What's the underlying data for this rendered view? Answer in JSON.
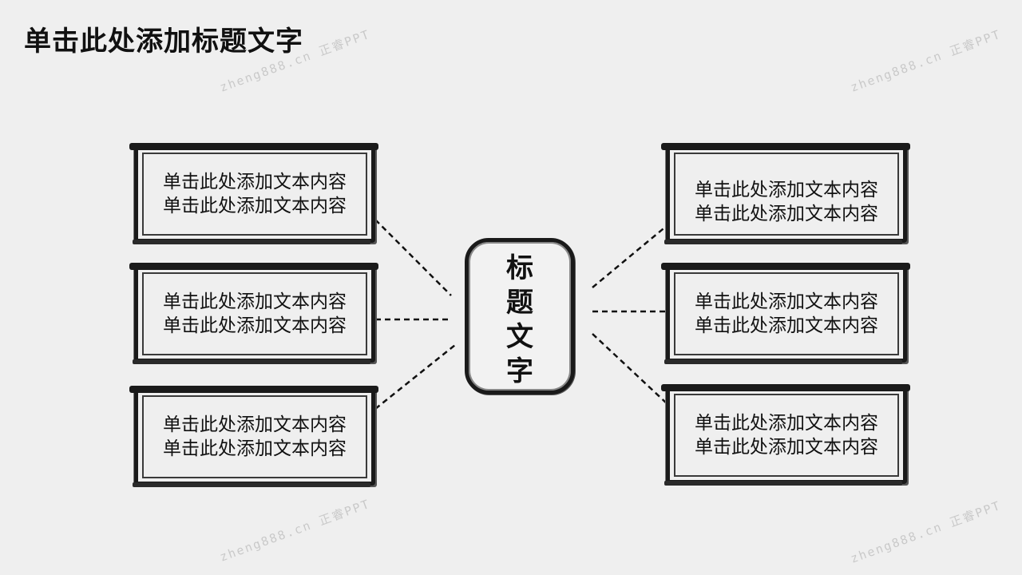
{
  "title": "单击此处添加标题文字",
  "center": {
    "lines": [
      "标",
      "题",
      "文",
      "字"
    ]
  },
  "left_boxes": [
    {
      "line1": "单击此处添加文本内容",
      "line2": "单击此处添加文本内容"
    },
    {
      "line1": "单击此处添加文本内容",
      "line2": "单击此处添加文本内容"
    },
    {
      "line1": "单击此处添加文本内容",
      "line2": "单击此处添加文本内容"
    }
  ],
  "right_boxes": [
    {
      "line1": "单击此处添加文本内容",
      "line2": "单击此处添加文本内容"
    },
    {
      "line1": "单击此处添加文本内容",
      "line2": "单击此处添加文本内容"
    },
    {
      "line1": "单击此处添加文本内容",
      "line2": "单击此处添加文本内容"
    }
  ],
  "watermark": "zheng888.cn 正睿PPT"
}
